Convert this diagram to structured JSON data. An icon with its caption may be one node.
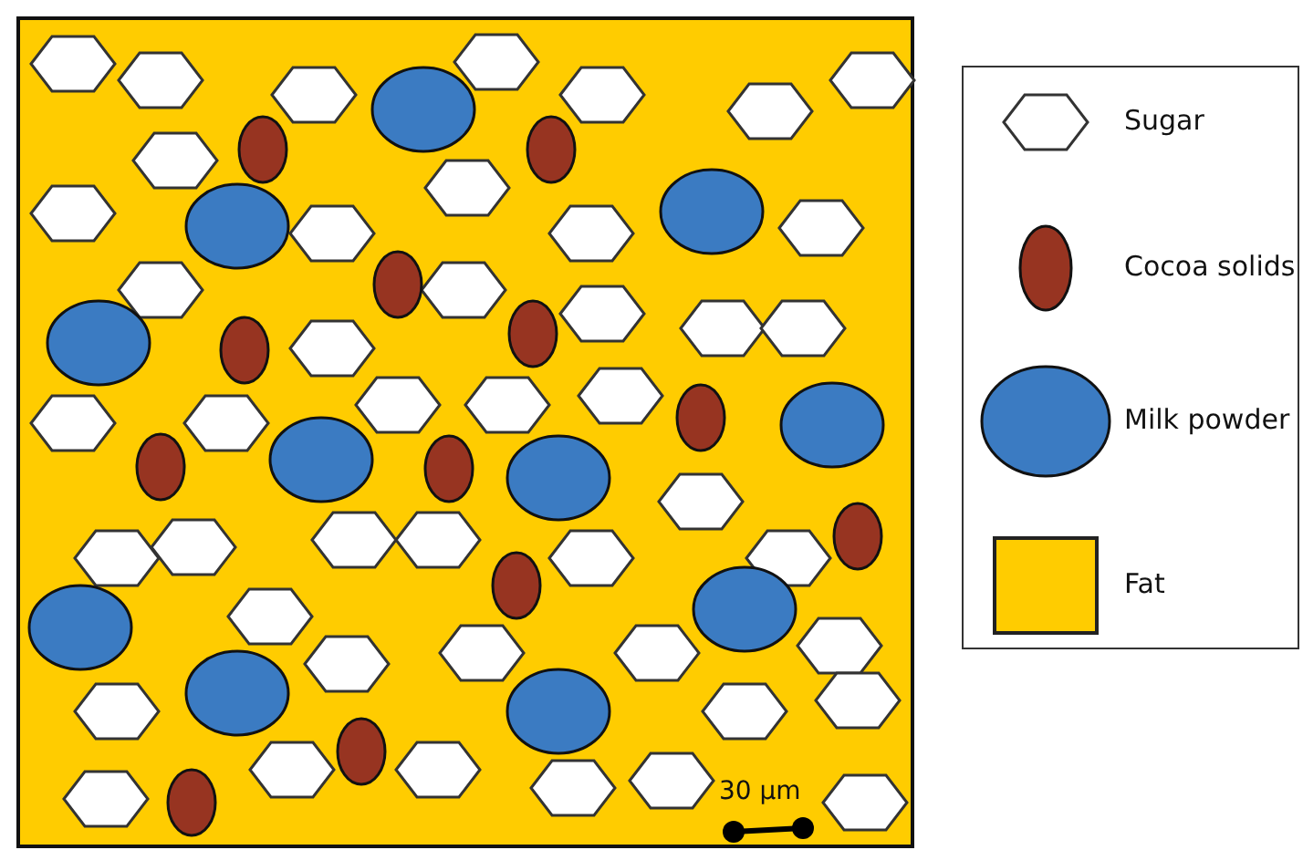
{
  "diagram": {
    "labels": [
      "30 µm"
    ],
    "legend": [
      {
        "text": "Sugar"
      },
      {
        "text": "Cocoa solids"
      },
      {
        "text": "Milk powder"
      },
      {
        "text": "Fat",
        "color": "#ffcc00"
      }
    ]
  }
}
